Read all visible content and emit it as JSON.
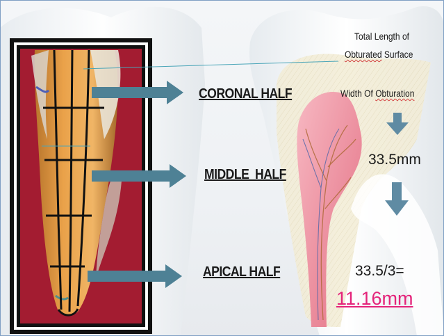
{
  "labels": {
    "coronal": "CORONAL HALF",
    "middle": "MIDDLE  HALF",
    "apical": "APICAL HALF"
  },
  "annotations": {
    "total_length_line1": "Total Length of",
    "total_length_line2_word1": "Obturated",
    "total_length_line2_word2": "Surface",
    "width_word1": "Width Of",
    "width_word2": "Obturation"
  },
  "values": {
    "length": "33.5mm",
    "division": "33.5/3=",
    "result": "11.16mm"
  },
  "colors": {
    "arrow": "#4e8195",
    "down_arrow": "#5f8ba3",
    "result": "#e4237a",
    "backdrop": "#b01f35",
    "root_fill": "#e0933a"
  }
}
